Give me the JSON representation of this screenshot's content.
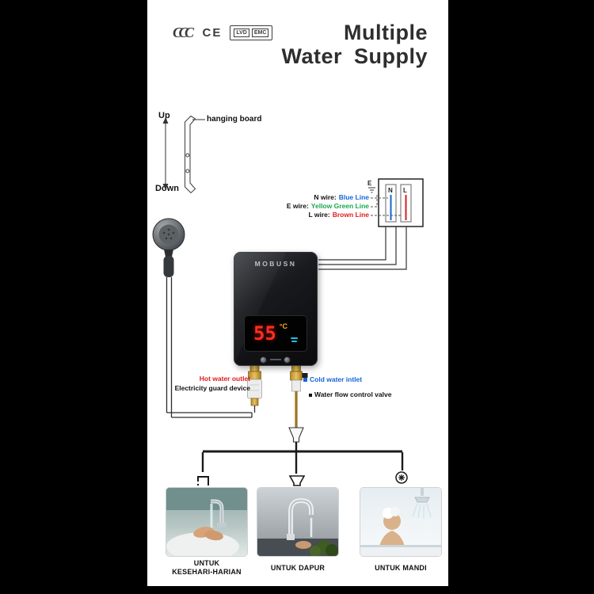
{
  "colors": {
    "frame_black": "#000000",
    "accent_red": "#e21b1b",
    "accent_blue": "#1565d8",
    "accent_green": "#18a94b",
    "brass_gold": "#d9b23c",
    "display_red": "#ff2d1e"
  },
  "certifications": {
    "ccc": "CCC",
    "ce": "CE",
    "lvd": "LVD",
    "emc": "EMC"
  },
  "title": {
    "line1": "Multiple",
    "line2": "Water Supply"
  },
  "bracket": {
    "up_label": "Up",
    "down_label": "Down",
    "name_label": "hanging board"
  },
  "wiring": {
    "terminal_e": "E",
    "terminal_n": "N",
    "terminal_l": "L",
    "rows": [
      {
        "prefix": "N wire:",
        "value": "Blue Line",
        "color": "#1565d8"
      },
      {
        "prefix": "E wire:",
        "value": "Yellow Green Line",
        "color": "#18a94b"
      },
      {
        "prefix": "L wire:",
        "value": "Brown Line",
        "color": "#e21b1b"
      }
    ]
  },
  "heater": {
    "brand": "MOBUSN",
    "display_value": "55",
    "display_unit": "°C"
  },
  "pipe_labels": {
    "hot_water_outlet": "Hot water outlet",
    "electricity_guard_device": "Electricity guard device",
    "cold_water_inlet": "Cold water intlet",
    "water_flow_control_valve": "Water flow control valve"
  },
  "usages": [
    {
      "line1": "UNTUK",
      "line2": "KESEHARI-HARIAN",
      "photo_name": "washing-hands-at-sink"
    },
    {
      "line1": "UNTUK DAPUR",
      "line2": "",
      "photo_name": "kitchen-faucet"
    },
    {
      "line1": "UNTUK MANDI",
      "line2": "",
      "photo_name": "shower-bathing"
    }
  ]
}
